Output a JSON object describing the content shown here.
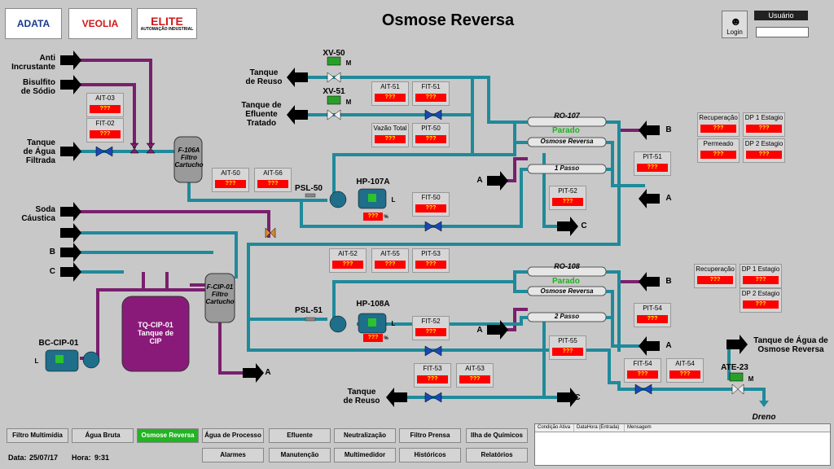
{
  "header": {
    "title": "Osmose Reversa",
    "logos": [
      "ADATA",
      "VEOLIA",
      "ELITE"
    ],
    "elite_sub": "AUTOMAÇÃO INDUSTRIAL",
    "login_label": "Login",
    "user_label": "Usuário"
  },
  "inputs": {
    "anti": "Anti\nIncrustante",
    "bisulfito": "Bisulfito\nde Sódio",
    "tanque_agua": "Tanque\nde Água\nFiltrada",
    "soda": "Soda\nCáustica",
    "b": "B",
    "c": "C"
  },
  "outputs": {
    "reuso1": "Tanque\nde Reuso",
    "efluente": "Tanque de\nEfluente\nTratado",
    "reuso2": "Tanque\nde Reuso",
    "agua_or": "Tanque de Água de\nOsmose Reversa",
    "dreno": "Dreno"
  },
  "equipment": {
    "xv50": "XV-50",
    "xv51": "XV-51",
    "m": "M",
    "f106a": "F-106A\nFiltro\nCartucho",
    "psl50": "PSL-50",
    "psl51": "PSL-51",
    "hp107a": "HP-107A",
    "hp108a": "HP-108A",
    "l": "L",
    "pct": "%",
    "tq_cip": "TQ-CIP-01\nTanque de\nCIP",
    "fcip": "F-CIP-01\nFiltro\nCartucho",
    "bccip": "BC-CIP-01",
    "ate23": "ATE-23",
    "ro107": "RO-107",
    "ro108": "RO-108",
    "parado": "Parado",
    "osmose_reversa": "Osmose Reversa",
    "passo1": "1 Passo",
    "passo2": "2 Passo",
    "A": "A",
    "B": "B",
    "C": "C"
  },
  "instruments": {
    "ait03": {
      "name": "AIT-03",
      "value": "???"
    },
    "fit02": {
      "name": "FIT-02",
      "value": "???"
    },
    "ait51": {
      "name": "AIT-51",
      "value": "???"
    },
    "fit51": {
      "name": "FIT-51",
      "value": "???"
    },
    "vazao": {
      "name": "Vazão Total",
      "value": "???"
    },
    "pit50": {
      "name": "PIT-50",
      "value": "???"
    },
    "ait50": {
      "name": "AIT-50",
      "value": "???"
    },
    "ait56": {
      "name": "AIT-56",
      "value": "???"
    },
    "fit50": {
      "name": "FIT-50",
      "value": "???"
    },
    "pit51": {
      "name": "PIT-51",
      "value": "???"
    },
    "pit52": {
      "name": "PIT-52",
      "value": "???"
    },
    "ait52": {
      "name": "AIT-52",
      "value": "???"
    },
    "ait55": {
      "name": "AIT-55",
      "value": "???"
    },
    "pit53": {
      "name": "PIT-53",
      "value": "???"
    },
    "fit52": {
      "name": "FIT-52",
      "value": "???"
    },
    "pit54": {
      "name": "PIT-54",
      "value": "???"
    },
    "pit55": {
      "name": "PIT-55",
      "value": "???"
    },
    "fit53": {
      "name": "FIT-53",
      "value": "???"
    },
    "ait53": {
      "name": "AIT-53",
      "value": "???"
    },
    "fit54": {
      "name": "FIT-54",
      "value": "???"
    },
    "ait54": {
      "name": "AIT-54",
      "value": "???"
    },
    "rec1": {
      "name": "Recuperação",
      "value": "???"
    },
    "dp1a": {
      "name": "DP 1 Estagio",
      "value": "???"
    },
    "perm1": {
      "name": "Permeado",
      "value": "???"
    },
    "dp2a": {
      "name": "DP 2 Estagio",
      "value": "???"
    },
    "rec2": {
      "name": "Recuperação",
      "value": "???"
    },
    "dp1b": {
      "name": "DP 1 Estagio",
      "value": "???"
    },
    "dp2b": {
      "name": "DP 2 Estagio",
      "value": "???"
    },
    "hp107_val": {
      "value": "???"
    },
    "hp108_val": {
      "value": "???"
    }
  },
  "nav": {
    "row1": [
      "Filtro Multimídia",
      "Água Bruta",
      "Osmose Reversa",
      "Água de Processo",
      "Efluente",
      "Neutralização",
      "Filtro Prensa",
      "Ilha de Químicos"
    ],
    "row2": [
      "Alarmes",
      "Manutenção",
      "Multimedidor",
      "Históricos",
      "Relatórios"
    ]
  },
  "footer": {
    "date_label": "Data:",
    "date": "25/07/17",
    "time_label": "Hora:",
    "time": "9:31"
  },
  "alarms": {
    "columns": [
      "Condição Ativa",
      "DataHora (Entrada)",
      "Mensagem"
    ]
  },
  "colors": {
    "background": "#c8c8c8",
    "pipe_teal": "#1f8a9a",
    "pipe_purple": "#7a1f6e",
    "alarm_red": "#ff0000",
    "active_green": "#22b422"
  }
}
